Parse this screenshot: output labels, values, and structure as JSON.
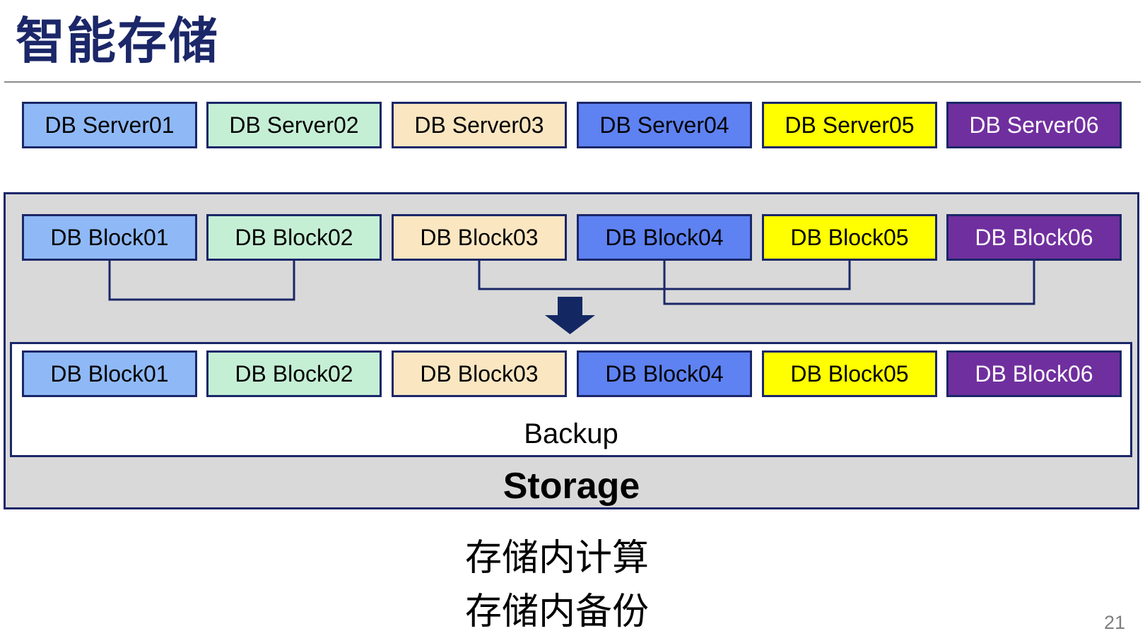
{
  "title": "智能存储",
  "colors": {
    "title": "#1B2768",
    "border_navy": "#1B2768",
    "connector_line": "#1B2768",
    "arrow_fill": "#132863",
    "container_fill": "#D9D9D9",
    "rule_gray": "#8C8C8C",
    "page_number_gray": "#7F7F7F"
  },
  "boxes": {
    "servers": [
      {
        "label": "DB Server01",
        "bg": "#8FB9F6",
        "fg": "#000000"
      },
      {
        "label": "DB Server02",
        "bg": "#C5EFD5",
        "fg": "#000000"
      },
      {
        "label": "DB Server03",
        "bg": "#FAE6C1",
        "fg": "#000000"
      },
      {
        "label": "DB Server04",
        "bg": "#5E82F2",
        "fg": "#000000"
      },
      {
        "label": "DB Server05",
        "bg": "#FFFF00",
        "fg": "#000000"
      },
      {
        "label": "DB Server06",
        "bg": "#702F9E",
        "fg": "#FFFFFF"
      }
    ],
    "blocks_source": [
      {
        "label": "DB Block01",
        "bg": "#8FB9F6",
        "fg": "#000000"
      },
      {
        "label": "DB Block02",
        "bg": "#C5EFD5",
        "fg": "#000000"
      },
      {
        "label": "DB Block03",
        "bg": "#FAE6C1",
        "fg": "#000000"
      },
      {
        "label": "DB Block04",
        "bg": "#5E82F2",
        "fg": "#000000"
      },
      {
        "label": "DB Block05",
        "bg": "#FFFF00",
        "fg": "#000000"
      },
      {
        "label": "DB Block06",
        "bg": "#702F9E",
        "fg": "#FFFFFF"
      }
    ],
    "blocks_backup": [
      {
        "label": "DB Block01",
        "bg": "#8FB9F6",
        "fg": "#000000"
      },
      {
        "label": "DB Block02",
        "bg": "#C5EFD5",
        "fg": "#000000"
      },
      {
        "label": "DB Block03",
        "bg": "#FAE6C1",
        "fg": "#000000"
      },
      {
        "label": "DB Block04",
        "bg": "#5E82F2",
        "fg": "#000000"
      },
      {
        "label": "DB Block05",
        "bg": "#FFFF00",
        "fg": "#000000"
      },
      {
        "label": "DB Block06",
        "bg": "#702F9E",
        "fg": "#FFFFFF"
      }
    ]
  },
  "storage": {
    "backup_label": "Backup",
    "storage_label": "Storage"
  },
  "caption": {
    "line1": "存储内计算",
    "line2": "存储内备份"
  },
  "page_number": "21"
}
